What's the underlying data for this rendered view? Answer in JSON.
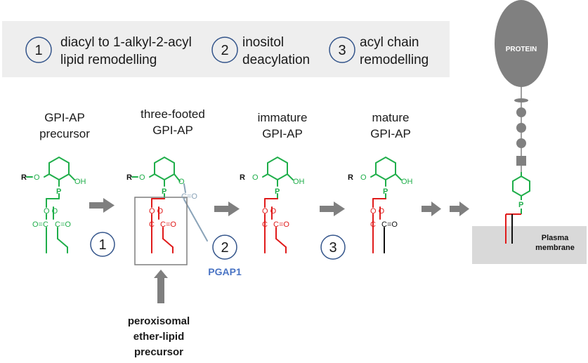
{
  "legend": {
    "steps": [
      {
        "num": "1",
        "line1": "diacyl to 1-alkyl-2-acyl",
        "line2": "lipid remodelling"
      },
      {
        "num": "2",
        "line1": "inositol",
        "line2": "deacylation"
      },
      {
        "num": "3",
        "line1": "acyl chain",
        "line2": "remodelling"
      }
    ]
  },
  "stages": [
    {
      "line1": "GPI-AP",
      "line2": "precursor"
    },
    {
      "line1": "three-footed",
      "line2": "GPI-AP"
    },
    {
      "line1": "immature",
      "line2": "GPI-AP"
    },
    {
      "line1": "mature",
      "line2": "GPI-AP"
    }
  ],
  "chem": {
    "R": "R",
    "O": "O",
    "OH": "OH",
    "P": "P",
    "CO": "C=O",
    "OC": "O=C",
    "C": "C",
    "OO": "O O"
  },
  "step_markers": [
    "1",
    "2",
    "3"
  ],
  "enzyme": "PGAP1",
  "peroxisomal": [
    "peroxisomal",
    "ether-lipid",
    "precursor"
  ],
  "protein": "PROTEIN",
  "membrane": [
    "Plasma",
    "membrane"
  ],
  "colors": {
    "green": "#1fae4a",
    "red": "#e01b1b",
    "black": "#111111",
    "gray": "#7f7f7f",
    "blue": "#4a74c4",
    "panel": "#eeeeee"
  }
}
